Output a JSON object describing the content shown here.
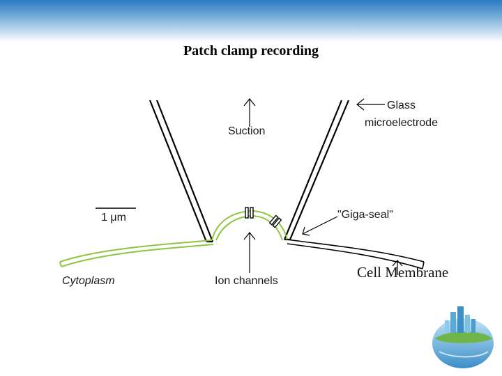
{
  "slide": {
    "title": "Patch clamp recording"
  },
  "labels": {
    "suction": "Suction",
    "glass_line1": "Glass",
    "glass_line2": "microelectrode",
    "giga_seal": "\"Giga-seal\"",
    "scale_bar": "1 μm",
    "cytoplasm": "Cytoplasm",
    "ion_channels": "Ion channels",
    "cell_membrane": "Cell Membrane"
  },
  "colors": {
    "header_blue": "#2f7fc4",
    "header_light": "#dceaf5",
    "membrane_green": "#8cc63f",
    "outline": "#000000"
  },
  "decor": {
    "corner_logo": "globe-city-icon"
  }
}
